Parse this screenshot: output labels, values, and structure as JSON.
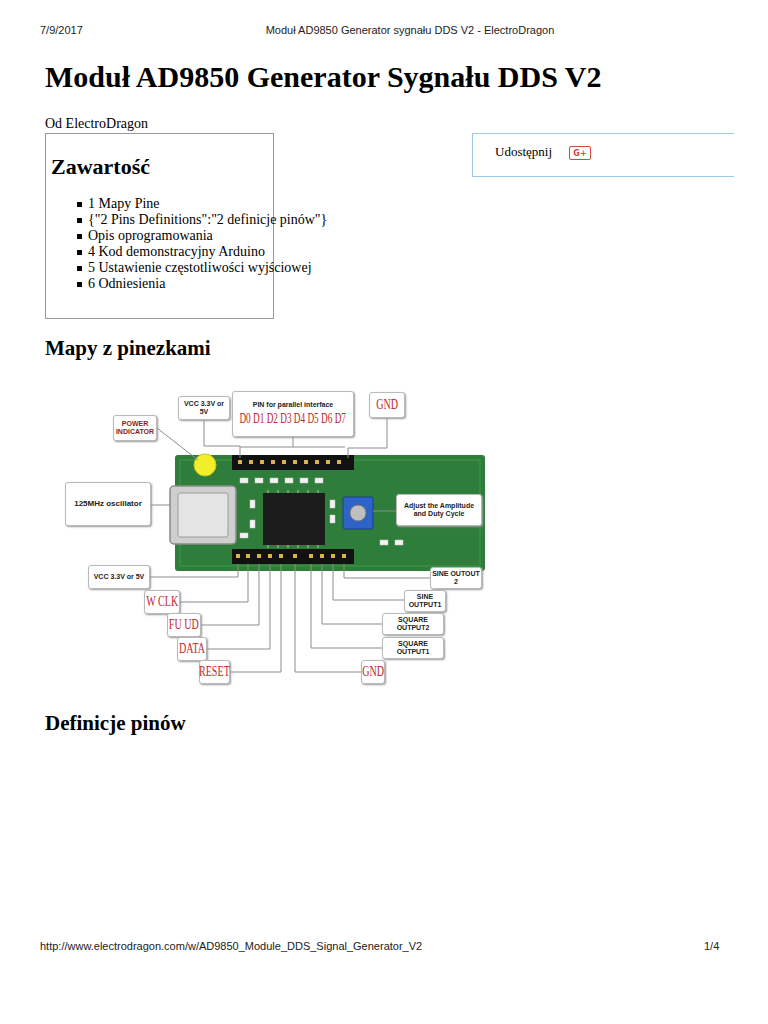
{
  "diagram": {
    "title": "Moduł AD9850 Generator Sygnału DDS V2",
    "nodes": [
      {
        "text": [
          "Zawartość",
          "1 Mapy Pine",
          "{\"2 Pins Definitions\":\"2 definicje pinów\"}",
          "Opis oprogramowania",
          "4 Kod demonstracyjny Arduino",
          "5 Ustawienie częstotliwości wyjściowej",
          "6 Odniesienia"
        ]
      },
      {
        "text": [
          "Udostępnij"
        ]
      },
      {
        "text": [
          "G+"
        ],
        "in": 1
      },
      {
        "text": [
          "POWER INDICATOR"
        ]
      },
      {
        "text": [
          "VCC 3.3V or 5V"
        ]
      },
      {
        "text": [
          "PIN for parallel interface",
          "D0 D1 D2 D3 D4 D5 D6 D7"
        ]
      },
      {
        "text": [
          "GND"
        ]
      },
      {
        "text": [
          "125MHz oscillator"
        ]
      },
      {
        "text": [
          "Adjust the Amplitude and Duty Cycle"
        ]
      },
      {
        "text": [
          "VCC 3.3V or 5V"
        ]
      },
      {
        "text": [
          "SINE OUTOUT 2"
        ]
      },
      {
        "text": [
          "W CLK"
        ]
      },
      {
        "text": [
          "SINE OUTPUT1"
        ]
      },
      {
        "text": [
          "FU UD"
        ]
      },
      {
        "text": [
          "SQUARE OUTPUT2"
        ]
      },
      {
        "text": [
          "DATA"
        ]
      },
      {
        "text": [
          "SQUARE OUTPUT1"
        ]
      },
      {
        "text": [
          "RESET"
        ]
      },
      {
        "text": [
          "GND"
        ]
      }
    ],
    "labels": [
      "7/9/2017",
      "Moduł AD9850 Generator sygnału DDS V2 - ElectroDragon",
      "Od ElectroDragon",
      "Mapy z pinezkami",
      "Definicje pinów",
      "http://www.electrodragon.com/w/AD9850_Module_DDS_Signal_Generator_V2",
      "1/4"
    ]
  }
}
